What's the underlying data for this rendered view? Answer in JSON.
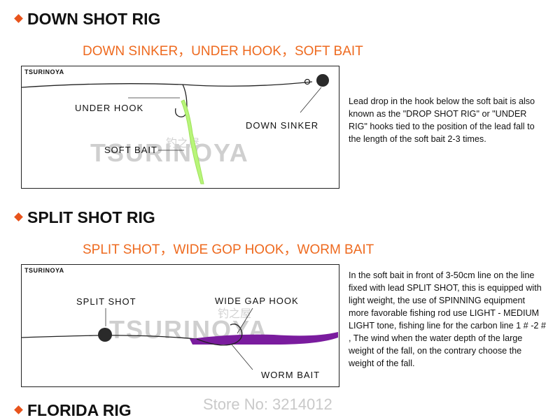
{
  "sections": [
    {
      "title": "DOWN SHOT RIG",
      "subtitle": "DOWN SINKER，UNDER HOOK，SOFT BAIT",
      "brand": "TSURINOYA",
      "watermark": "TSURINOYA",
      "watermark_cn": "钓之屋",
      "labels": {
        "hook": "UNDER HOOK",
        "sinker": "DOWN SINKER",
        "bait": "SOFT BAIT"
      },
      "description": "Lead drop in the hook below the soft bait is also known as the \"DROP SHOT RIG\" or \"UNDER RIG\" hooks tied to the position of the lead fall to the length of the soft bait 2-3 times."
    },
    {
      "title": "SPLIT SHOT RIG",
      "subtitle": "SPLIT SHOT，WIDE GOP HOOK，WORM BAIT",
      "brand": "TSURINOYA",
      "watermark": "TSURINOYA",
      "watermark_cn": "钓之屋",
      "labels": {
        "shot": "SPLIT SHOT",
        "hook": "WIDE GAP HOOK",
        "bait": "WORM BAIT"
      },
      "description": "In the soft bait in front of 3-50cm line on the line fixed with lead SPLIT SHOT, this is equipped with light weight, the use of SPINNING equipment more favorable fishing rod use LIGHT - MEDIUM LIGHT tone, fishing line for the carbon line 1 # -2 # , The wind when the water depth of the large weight of the fall, on the contrary choose the weight of the fall."
    },
    {
      "title": "FLORIDA RIG"
    }
  ],
  "store_label": "Store No: 3214012",
  "colors": {
    "accent": "#e8541c",
    "subtitle": "#ee6a1f",
    "soft_bait": "#b8f57a",
    "worm_bait": "#7a1c9e",
    "sinker": "#2a2a2a"
  }
}
